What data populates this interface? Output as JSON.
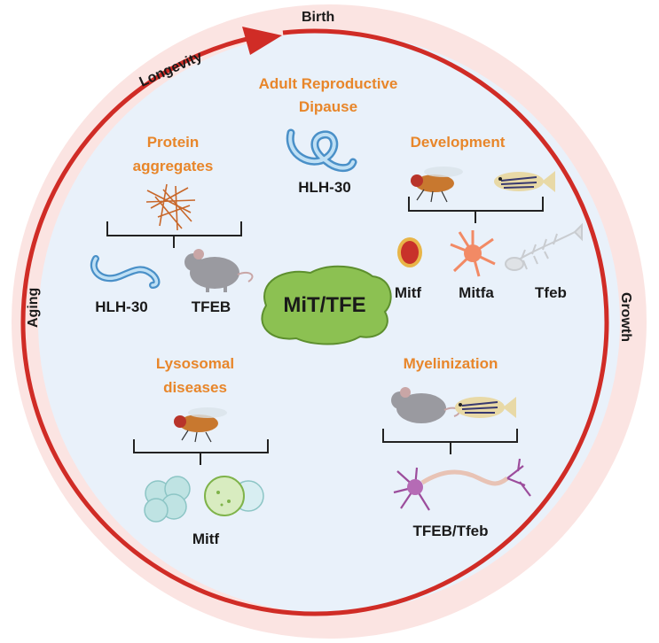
{
  "ring": {
    "birth": "Birth",
    "longevity": "Longevity",
    "aging": "Aging",
    "growth": "Growth"
  },
  "center": {
    "label": "MiT/TFE"
  },
  "sections": {
    "diapause": {
      "title_line1": "Adult Reproductive",
      "title_line2": "Dipause",
      "gene": "HLH-30"
    },
    "protein": {
      "title_line1": "Protein",
      "title_line2": "aggregates",
      "gene1": "HLH-30",
      "gene2": "TFEB"
    },
    "development": {
      "title": "Development",
      "gene1": "Mitf",
      "gene2": "Mitfa",
      "gene3": "Tfeb"
    },
    "lysosomal": {
      "title_line1": "Lysosomal",
      "title_line2": "diseases",
      "gene": "Mitf"
    },
    "myelinization": {
      "title": "Myelinization",
      "gene": "TFEB/Tfeb"
    }
  },
  "colors": {
    "outer_ring": "#fbe4e2",
    "inner_disc": "#e9f1fa",
    "arc": "#d02c26",
    "title": "#e8862a",
    "blob": "#8cc152"
  },
  "icons": [
    "worm-icon",
    "fly-icon",
    "zebrafish-icon",
    "mouse-icon",
    "neuron-icon",
    "lysosome-icon",
    "melanocyte-icon",
    "fly-eye-icon",
    "fish-skeleton-icon",
    "protein-aggregate-icon"
  ]
}
